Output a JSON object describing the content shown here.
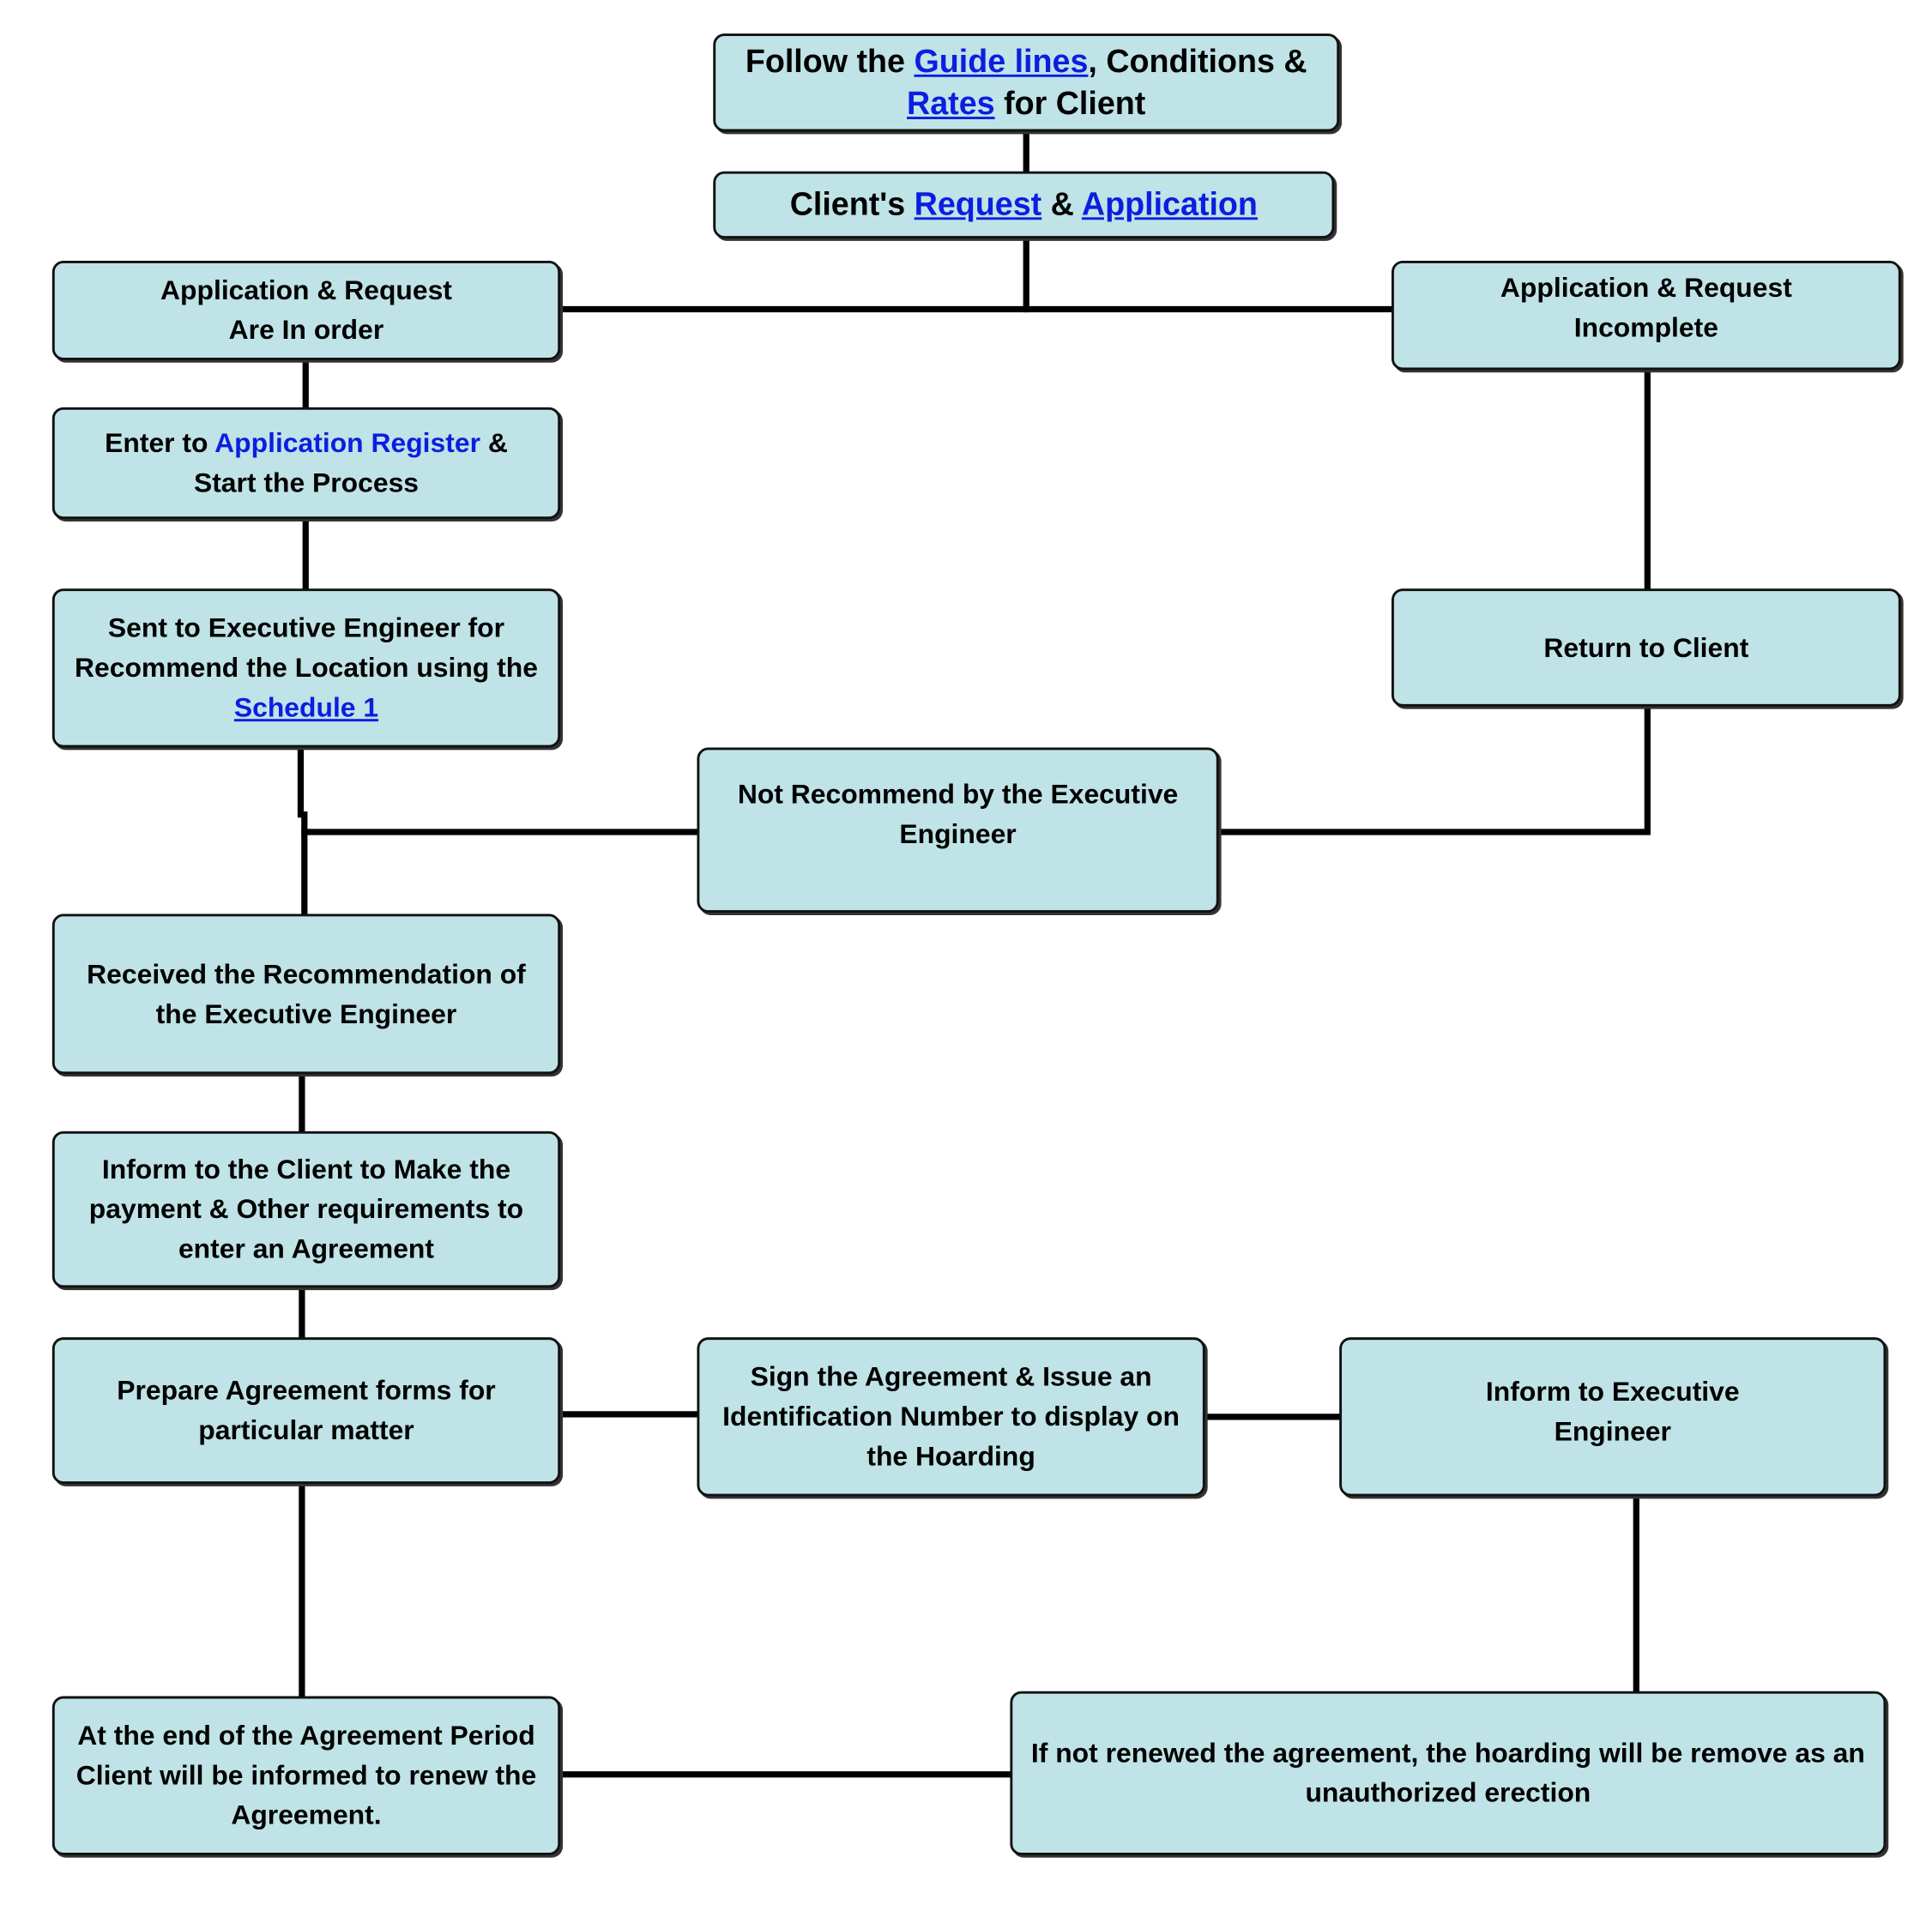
{
  "colors": {
    "box_fill": "#bfe3e6",
    "box_border": "#111111",
    "connector": "#000000",
    "link": "#0b1ee0"
  },
  "nodes": {
    "guidelines": {
      "pre": "Follow the ",
      "link1": "Guide lines",
      "mid": ", Conditions & ",
      "link2": "Rates",
      "post": " for Client"
    },
    "client_request": {
      "pre": "Client's ",
      "link1": "Request",
      "mid": " & ",
      "link2": "Application"
    },
    "app_in_order": {
      "line1": "Application & Request",
      "line2": "Are In order"
    },
    "app_incomplete": {
      "line1": "Application & Request",
      "line2": "Incomplete"
    },
    "enter_register": {
      "pre": "Enter to ",
      "link": "Application Register",
      "post": " & Start the Process"
    },
    "return_client": {
      "text": "Return to Client"
    },
    "sent_to_ee": {
      "pre": "Sent to Executive Engineer for Recommend the Location using the ",
      "link": "Schedule 1"
    },
    "not_recommended": {
      "text": "Not Recommend by the Executive Engineer"
    },
    "received_rec": {
      "text": "Received the Recommendation of the Executive Engineer"
    },
    "inform_client": {
      "text": "Inform to the Client to Make the payment & Other requirements to enter an Agreement"
    },
    "prepare_forms": {
      "text": "Prepare Agreement forms for particular matter"
    },
    "sign_agreement": {
      "text": "Sign the Agreement & Issue an Identification Number to display on the Hoarding"
    },
    "inform_ee": {
      "text": "Inform to Executive Engineer"
    },
    "end_period": {
      "text": "At the end of the Agreement Period Client will be informed to renew the Agreement."
    },
    "not_renewed": {
      "text": "If not renewed the agreement, the hoarding will be remove as an unauthorized erection"
    }
  }
}
